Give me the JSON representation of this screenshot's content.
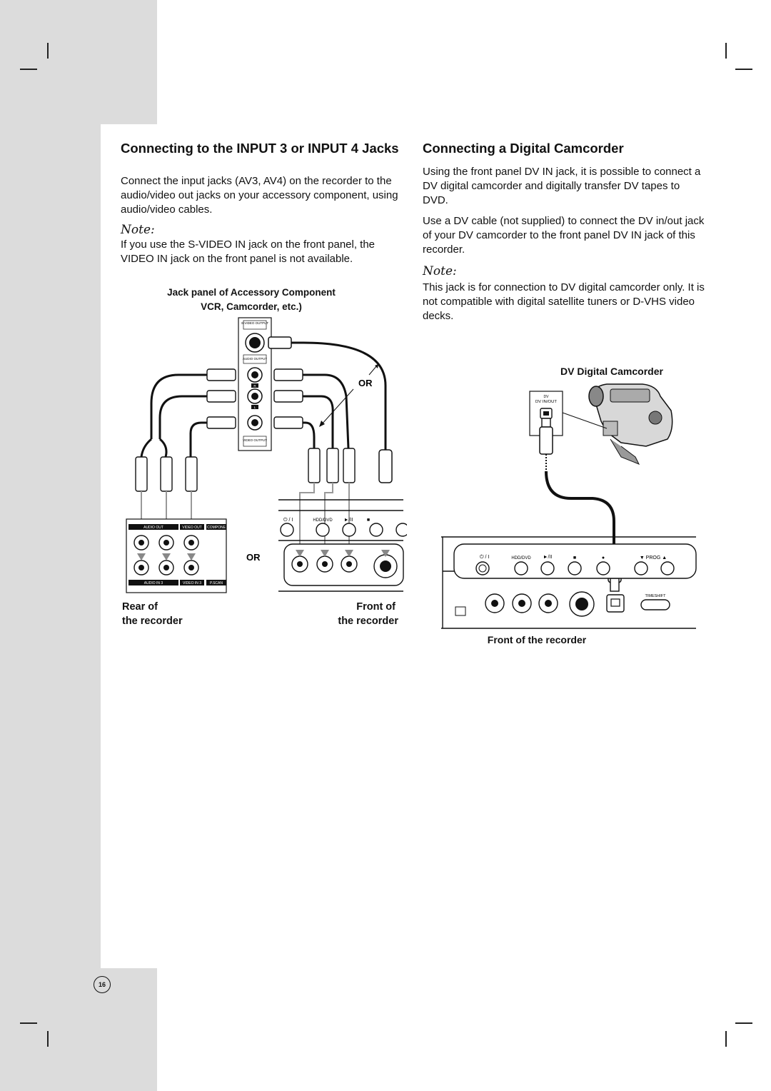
{
  "left": {
    "heading": "Connecting to the INPUT 3 or INPUT 4 Jacks",
    "intro": "Connect the input jacks (AV3, AV4) on the recorder to the audio/video out jacks on your accessory component, using audio/video cables.",
    "note_label": "Note:",
    "note_text": "If you use the S-VIDEO IN jack on the front panel, the VIDEO IN jack on the front panel is not available.",
    "diagram": {
      "caption_line1": "Jack panel of Accessory Component",
      "caption_line2": "VCR, Camcorder, etc.)",
      "svideo_output": "S-VIDEO OUTPUT",
      "audio_output": "AUDIO OUTPUT",
      "video_output": "VIDEO OUTPUT",
      "r": "R",
      "l": "L",
      "or_top": "OR",
      "or_bottom": "OR",
      "rear_audio_out": "AUDIO OUT",
      "rear_video_out": "VIDEO OUT",
      "rear_component": "COMPONE",
      "rear_audio_in3": "AUDIO IN 3",
      "rear_video_in3": "VIDEO IN 3",
      "rear_pscan": "P.SCAN",
      "front_power": "⏻ / I",
      "front_hdd_dvd": "HDD/DVD",
      "front_play": "►/II",
      "front_stop": "■",
      "rear_label_1": "Rear of",
      "rear_label_2": "the recorder",
      "front_label_1": "Front of",
      "front_label_2": "the recorder"
    }
  },
  "right": {
    "heading": "Connecting a Digital Camcorder",
    "para1": "Using the front panel DV IN jack, it is possible to connect a DV digital camcorder and digitally transfer DV tapes to DVD.",
    "para2": "Use a DV cable (not supplied) to connect the DV in/out jack of your DV camcorder to the front panel DV IN jack of this recorder.",
    "note_label": "Note:",
    "note_text": "This jack is for connection to DV digital camcorder only. It is not compatible with digital satellite tuners or D-VHS video decks.",
    "diagram": {
      "caption_top": "DV Digital Camcorder",
      "dv_in_out": "DV IN/OUT",
      "power": "⏻ / I",
      "hdd_dvd": "HDD/DVD",
      "play": "►/II",
      "stop": "■",
      "rec": "●",
      "prog": "▼ PROG ▲",
      "timeshift": "TIMESHIFT",
      "caption_bottom": "Front of the recorder"
    }
  },
  "page_number": "16"
}
